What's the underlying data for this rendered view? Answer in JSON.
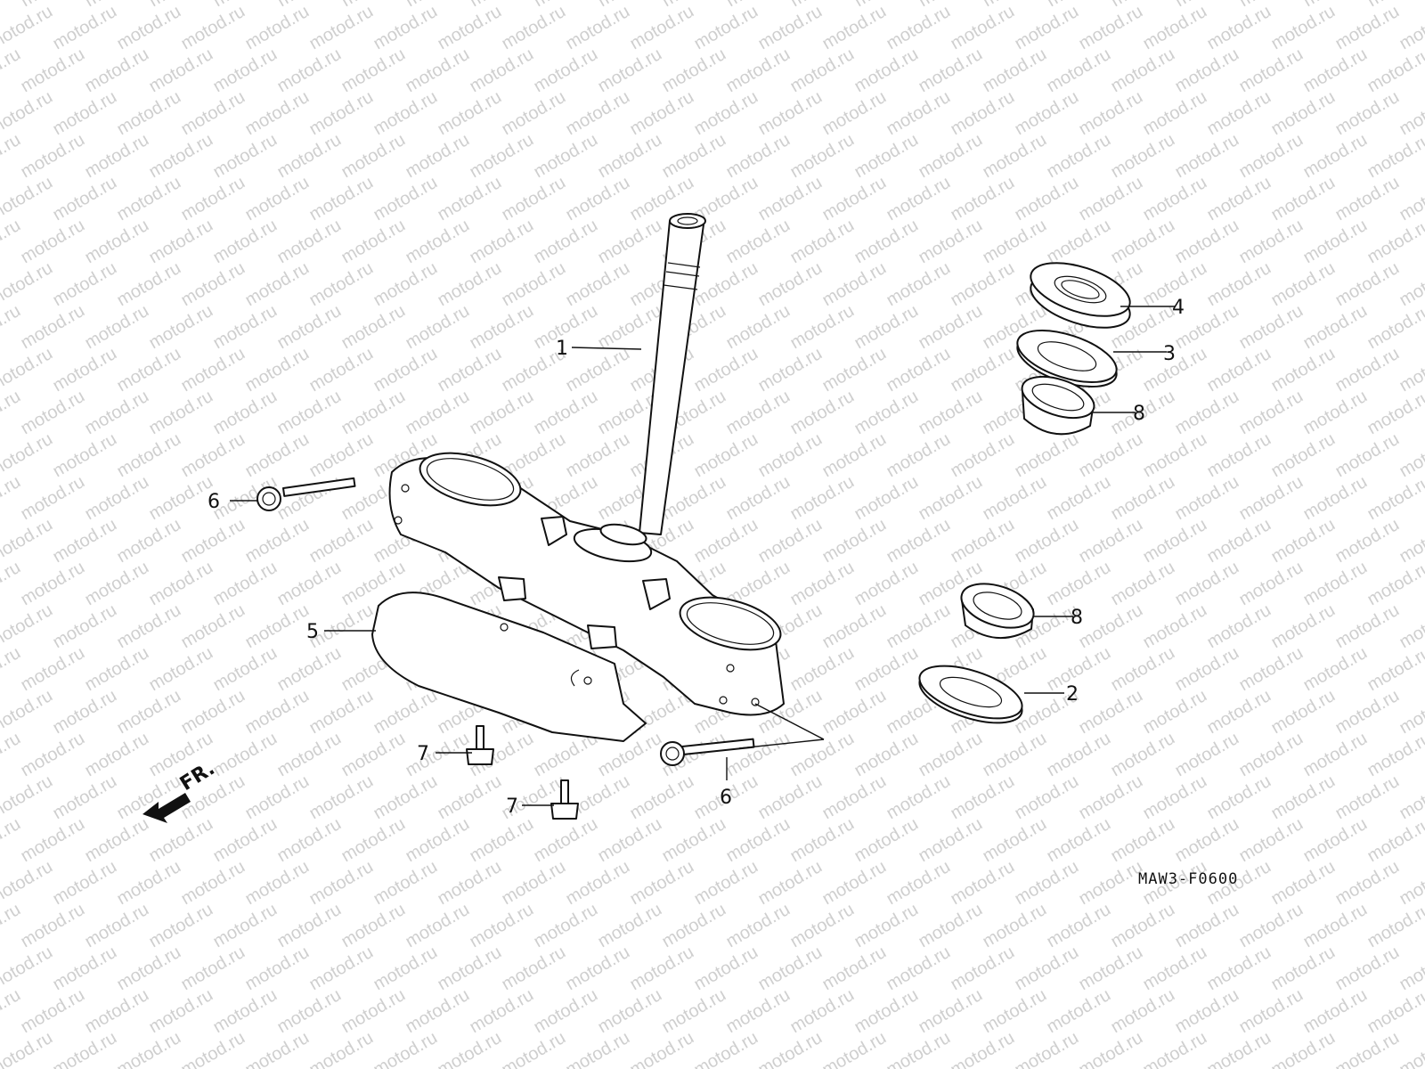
{
  "diagram": {
    "code": "MAW3-F0600",
    "front_label": "FR.",
    "watermark": "motod.ru",
    "callouts": [
      {
        "id": "c1",
        "label": "1"
      },
      {
        "id": "c2",
        "label": "2"
      },
      {
        "id": "c3",
        "label": "3"
      },
      {
        "id": "c4",
        "label": "4"
      },
      {
        "id": "c5",
        "label": "5"
      },
      {
        "id": "c6a",
        "label": "6"
      },
      {
        "id": "c6b",
        "label": "6"
      },
      {
        "id": "c7a",
        "label": "7"
      },
      {
        "id": "c7b",
        "label": "7"
      },
      {
        "id": "c8a",
        "label": "8"
      },
      {
        "id": "c8b",
        "label": "8"
      }
    ]
  }
}
